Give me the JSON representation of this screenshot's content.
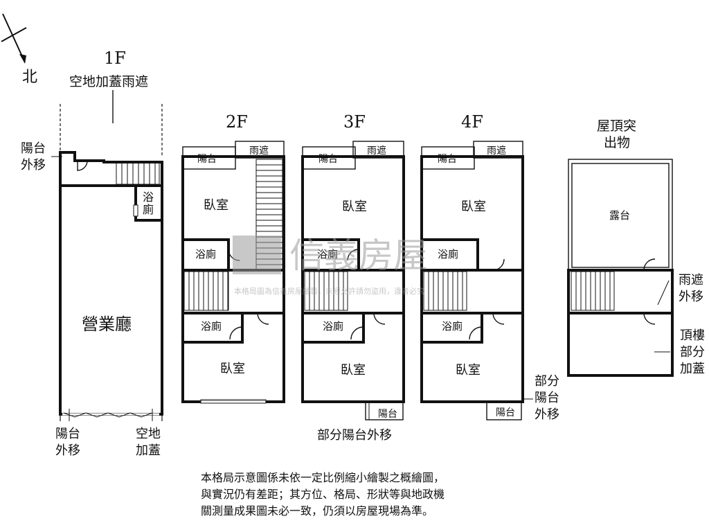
{
  "compass": {
    "label": "北"
  },
  "floors": {
    "f1": {
      "title": "1F",
      "subtitle": "空地加蓋雨遮",
      "balcony_shift": [
        "陽台",
        "外移"
      ],
      "bath": [
        "浴",
        "廁"
      ],
      "hall": "營業廳",
      "bottom_left": [
        "陽台",
        "外移"
      ],
      "bottom_right": [
        "空地",
        "加蓋"
      ]
    },
    "f2": {
      "title": "2F",
      "canopy": "雨遮",
      "balcony": "陽台",
      "bedroom_top": "臥室",
      "bath_top": "浴廁",
      "bath_bottom": "浴廁",
      "bedroom_bottom": "臥室"
    },
    "f3": {
      "title": "3F",
      "canopy": "雨遮",
      "balcony": "陽台",
      "bedroom_top": "臥室",
      "bath_top": "浴廁",
      "bath_bottom": "浴廁",
      "bedroom_bottom": "臥室",
      "bottom_balcony": "陽台",
      "bottom_note": "部分陽台外移"
    },
    "f4": {
      "title": "4F",
      "canopy": "雨遮",
      "balcony": "陽台",
      "bedroom_top": "臥室",
      "bath_top": "浴廁",
      "bath_bottom": "浴廁",
      "bedroom_bottom": "臥室",
      "bottom_balcony": "陽台",
      "side_note": [
        "部分",
        "陽台",
        "外移"
      ]
    },
    "roof": {
      "title": [
        "屋頂突",
        "出物"
      ],
      "terrace": "露台",
      "canopy_shift": [
        "雨遮",
        "外移"
      ],
      "top_addition": [
        "頂樓",
        "部分",
        "加蓋"
      ]
    }
  },
  "watermark": {
    "brand": "信義房屋",
    "notice": "本格局圖為信義房屋繪製，未經允許請勿盜用，違者必究"
  },
  "disclaimer": [
    "本格局示意圖係未依一定比例縮小繪製之概繪圖，",
    "與實況仍有差距；其方位、格局、形狀等與地政機",
    "關測量成果圖未必一致，仍須以房屋現場為準。"
  ]
}
